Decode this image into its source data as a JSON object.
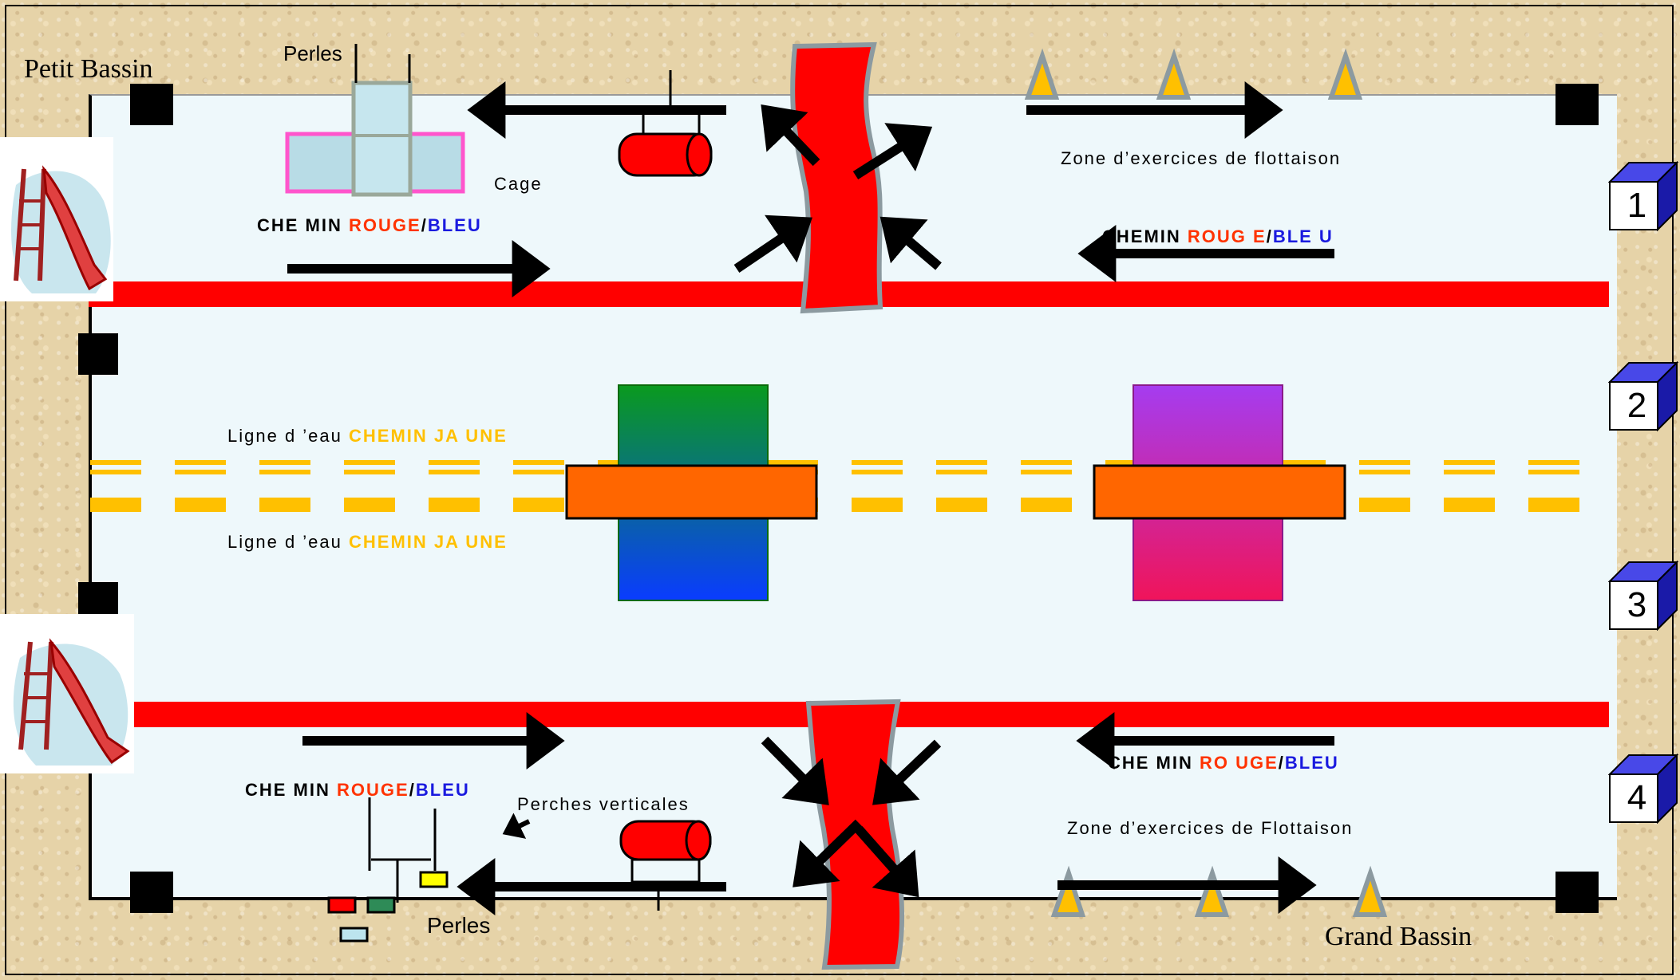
{
  "labels": {
    "petit_bassin": "Petit Bassin",
    "grand_bassin": "Grand Bassin",
    "perles_top": "Perles",
    "perles_bottom": "Perles",
    "cage": "Cage",
    "zone_top": "Zone d’exercices de flottaison",
    "zone_bottom": "Zone d’exercices de Flottaison",
    "perches": "Perches verticales"
  },
  "chemin": {
    "prefix": "CHE MIN ",
    "prefix_right": "CHEMIN ",
    "rouge": "ROUGE",
    "rouge_right": "ROUG E",
    "rouge_bottom_right": "RO UGE",
    "rouge_bottom_left": "ROUGE",
    "sep": "/",
    "bleu": "BLEU",
    "bleu_right": "BLE U"
  },
  "ligne_eau": {
    "prefix": "Ligne d ’eau ",
    "chemin_jaune": "CHEMIN JA UNE"
  },
  "lanes": [
    "1",
    "2",
    "3",
    "4"
  ],
  "icons": {
    "slide": "water-slide-icon",
    "cone": "cone-icon",
    "cube": "lane-cube-icon",
    "arrow": "arrow-icon",
    "barrel": "barrel-icon"
  },
  "colors": {
    "lane_rope": "#ff0000",
    "yellow_line": "#ffc000",
    "orange_bar": "#ff6600",
    "pool_water": "#eef8fb",
    "cube_blue": "#2b2bd6",
    "cone_fill": "#ffc000",
    "cage_border": "#ff66cc"
  }
}
